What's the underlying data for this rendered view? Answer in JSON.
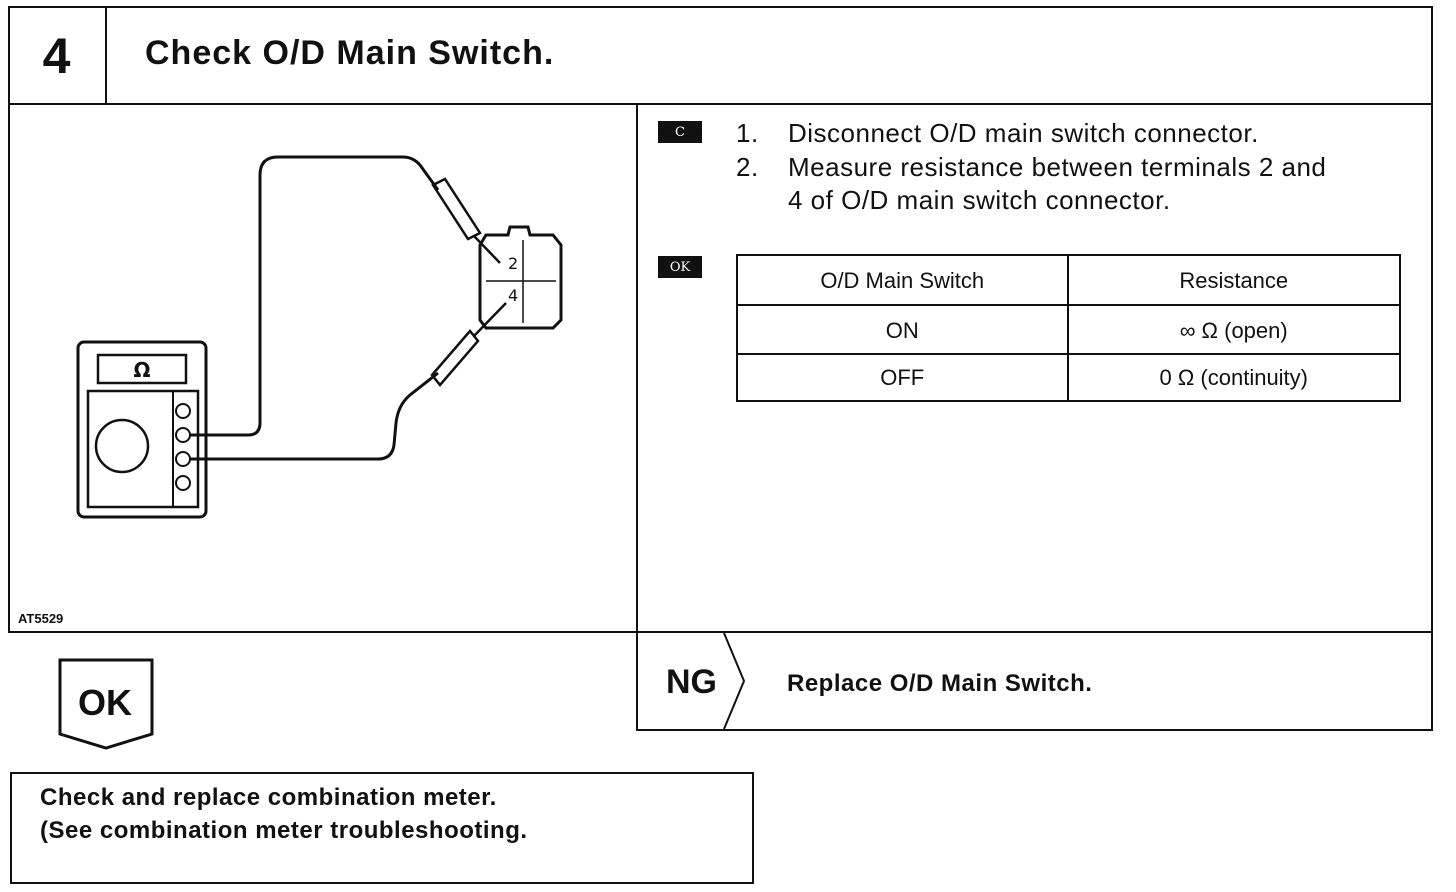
{
  "header": {
    "step_number": "4",
    "title": "Check O/D Main Switch."
  },
  "figure": {
    "code": "AT5529",
    "meter_symbol": "Ω",
    "terminal_2": "2",
    "terminal_4": "4"
  },
  "inspection": {
    "badge_c": "C",
    "badge_ok": "OK",
    "steps": [
      {
        "num": "1.",
        "text": "Disconnect O/D main switch connector."
      },
      {
        "num": "2.",
        "text": "Measure resistance between terminals 2 and"
      },
      {
        "num": "",
        "text": "4 of O/D main switch connector."
      }
    ]
  },
  "table": {
    "headers": [
      "O/D Main Switch",
      "Resistance"
    ],
    "rows": [
      [
        "ON",
        "∞ Ω (open)"
      ],
      [
        "OFF",
        "0 Ω (continuity)"
      ]
    ]
  },
  "ng": {
    "label": "NG",
    "action": "Replace O/D Main Switch."
  },
  "ok": {
    "label": "OK"
  },
  "result": {
    "line1": "Check and replace combination meter.",
    "line2": "(See combination meter troubleshooting."
  }
}
